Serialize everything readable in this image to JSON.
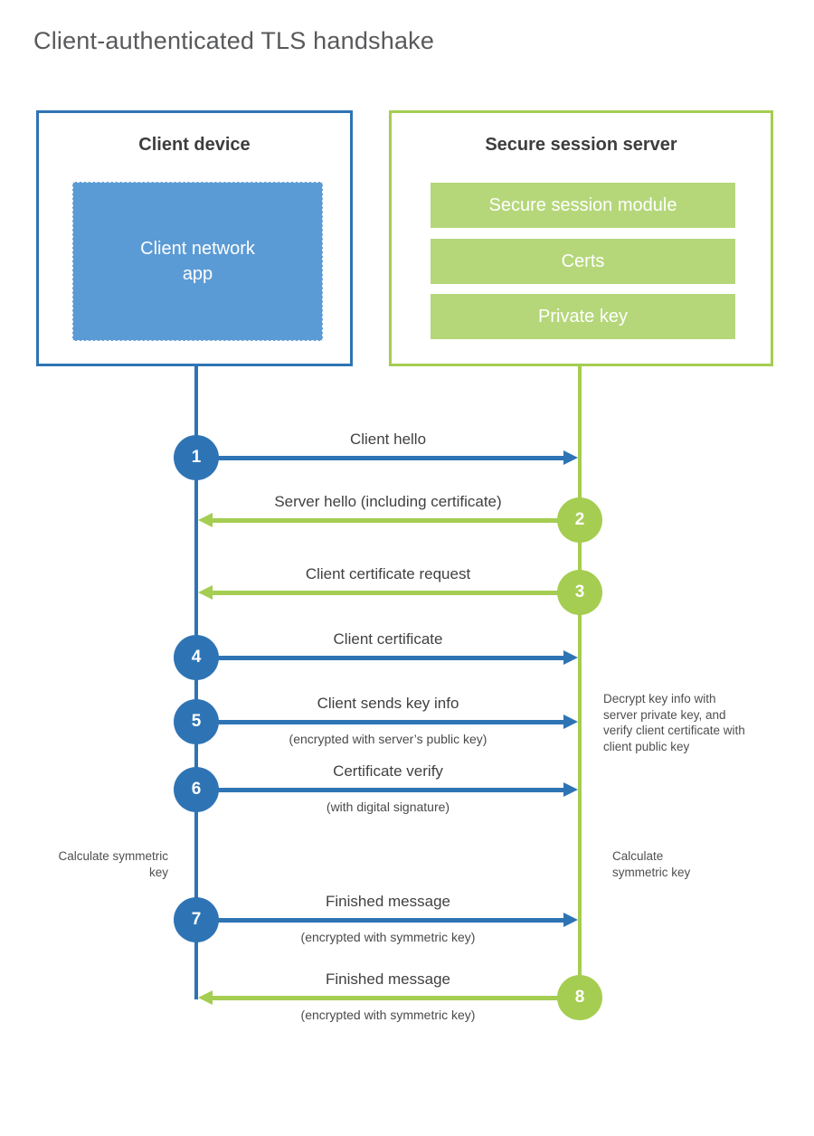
{
  "title": "Client-authenticated TLS handshake",
  "client": {
    "title": "Client device",
    "app": "Client network app"
  },
  "server": {
    "title": "Secure session server",
    "modules": [
      "Secure session module",
      "Certs",
      "Private key"
    ]
  },
  "messages": [
    {
      "num": "1",
      "from": "client",
      "label": "Client hello",
      "sub": ""
    },
    {
      "num": "2",
      "from": "server",
      "label": "Server hello (including certificate)",
      "sub": ""
    },
    {
      "num": "3",
      "from": "server",
      "label": "Client certificate request",
      "sub": ""
    },
    {
      "num": "4",
      "from": "client",
      "label": "Client certificate",
      "sub": ""
    },
    {
      "num": "5",
      "from": "client",
      "label": "Client sends key info",
      "sub": "(encrypted with server’s public key)"
    },
    {
      "num": "6",
      "from": "client",
      "label": "Certificate verify",
      "sub": "(with digital signature)"
    },
    {
      "num": "7",
      "from": "client",
      "label": "Finished message",
      "sub": "(encrypted with symmetric key)"
    },
    {
      "num": "8",
      "from": "server",
      "label": "Finished message",
      "sub": "(encrypted with symmetric key)"
    }
  ],
  "notes": {
    "decrypt": "Decrypt key info with server private key, and verify client certificate with client public key",
    "calc_client": "Calculate symmetric key",
    "calc_server": "Calculate symmetric key"
  },
  "colors": {
    "blue": "#2e74b5",
    "blue_fill": "#5b9bd5",
    "green": "#a5cd51",
    "green_fill": "#b5d77a",
    "text_dark": "#3d3d3d",
    "text_gray": "#4f4f4f",
    "title_color": "#58595b"
  }
}
